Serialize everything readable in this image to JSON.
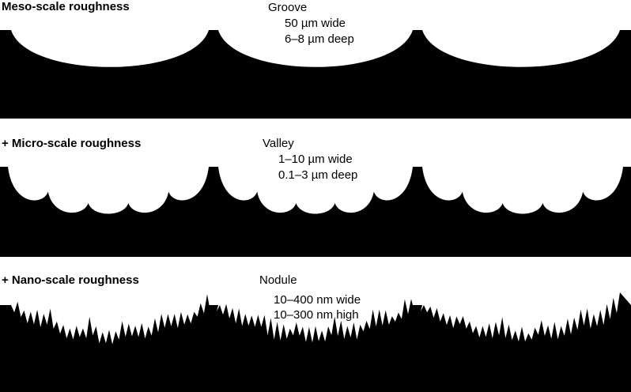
{
  "panels": [
    {
      "heading": "Meso-scale roughness",
      "feature": "Groove",
      "dims": [
        "50 µm wide",
        "6–8 µm deep"
      ]
    },
    {
      "heading": "+ Micro-scale roughness",
      "feature": "Valley",
      "dims": [
        "1–10 µm wide",
        "0.1–3 µm deep"
      ]
    },
    {
      "heading": "+ Nano-scale roughness",
      "feature": "Nodule",
      "dims": [
        "10–400 nm wide",
        "10–300 nm high"
      ]
    }
  ]
}
